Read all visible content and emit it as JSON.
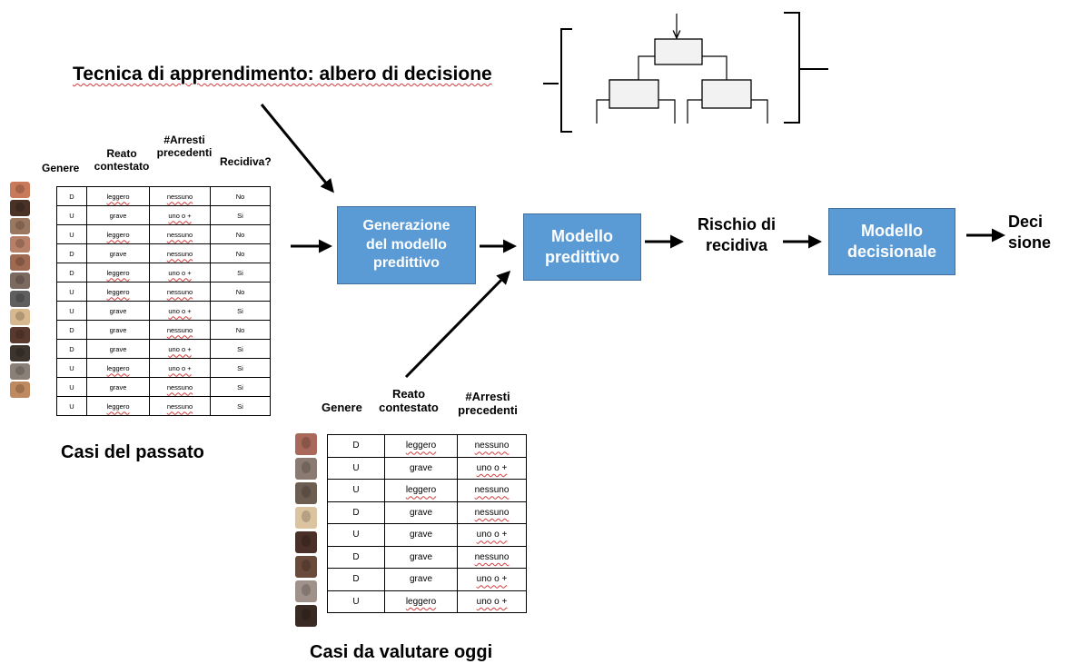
{
  "title": "Tecnica di apprendimento: albero di decisione",
  "past": {
    "headers": [
      "Genere",
      "Reato contestato",
      "#Arresti precedenti",
      "Recidiva?"
    ],
    "face_colors": [
      "#c97a5a",
      "#4a3226",
      "#9a7860",
      "#b88068",
      "#a06a52",
      "#7b6a60",
      "#5f5f5f",
      "#d8b88e",
      "#5a3a2e",
      "#3e342e",
      "#8a8078",
      "#c08a60"
    ],
    "rows": [
      [
        "D",
        "leggero",
        "nessuno",
        "No"
      ],
      [
        "U",
        "grave",
        "uno o  +",
        "Si"
      ],
      [
        "U",
        "leggero",
        "nessuno",
        "No"
      ],
      [
        "D",
        "grave",
        "nessuno",
        "No"
      ],
      [
        "D",
        "leggero",
        "uno o  +",
        "Si"
      ],
      [
        "U",
        "leggero",
        "nessuno",
        "No"
      ],
      [
        "U",
        "grave",
        "uno o  +",
        "Si"
      ],
      [
        "D",
        "grave",
        "nessuno",
        "No"
      ],
      [
        "D",
        "grave",
        "uno o  +",
        "Si"
      ],
      [
        "U",
        "leggero",
        "uno o  +",
        "Si"
      ],
      [
        "U",
        "grave",
        "nessuno",
        "Si"
      ],
      [
        "U",
        "leggero",
        "nessuno",
        "Si"
      ]
    ],
    "caption": "Casi del passato"
  },
  "today": {
    "headers": [
      "Genere",
      "Reato contestato",
      "#Arresti precedenti"
    ],
    "face_colors": [
      "#a8685a",
      "#8a7a72",
      "#6e5e52",
      "#dcc4a0",
      "#4a3028",
      "#6a4a3a",
      "#a0928a",
      "#3a2a24"
    ],
    "rows": [
      [
        "D",
        "leggero",
        "nessuno"
      ],
      [
        "U",
        "grave",
        "uno o  +"
      ],
      [
        "U",
        "leggero",
        "nessuno"
      ],
      [
        "D",
        "grave",
        "nessuno"
      ],
      [
        "U",
        "grave",
        "uno o  +"
      ],
      [
        "D",
        "grave",
        "nessuno"
      ],
      [
        "D",
        "grave",
        "uno o  +"
      ],
      [
        "U",
        "leggero",
        "uno o  +"
      ]
    ],
    "caption": "Casi da  valutare oggi"
  },
  "flow": {
    "generazione": "Generazione del modello predittivo",
    "modello_predittivo": "Modello predittivo",
    "rischio": "Rischio di recidiva",
    "modello_decisionale": "Modello decisionale",
    "decisione": "Deci sione"
  },
  "colors": {
    "box_fill": "#5b9bd5",
    "box_border": "#41719c",
    "squiggle": "#d23c3c"
  }
}
